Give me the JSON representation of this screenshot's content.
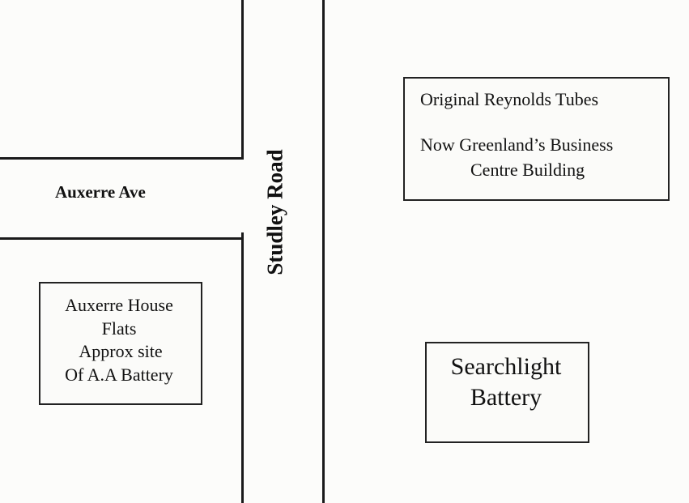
{
  "roads": {
    "studley": "Studley Road",
    "auxerre": "Auxerre Ave"
  },
  "buildings": {
    "reynolds": {
      "line1": "Original Reynolds Tubes",
      "line2": "Now Greenland’s Business",
      "line3": "Centre Building"
    },
    "auxerre_house": {
      "line1": "Auxerre House",
      "line2": "Flats",
      "line3": "Approx site",
      "line4": "Of A.A Battery"
    },
    "searchlight": {
      "line1": "Searchlight",
      "line2": "Battery"
    }
  }
}
